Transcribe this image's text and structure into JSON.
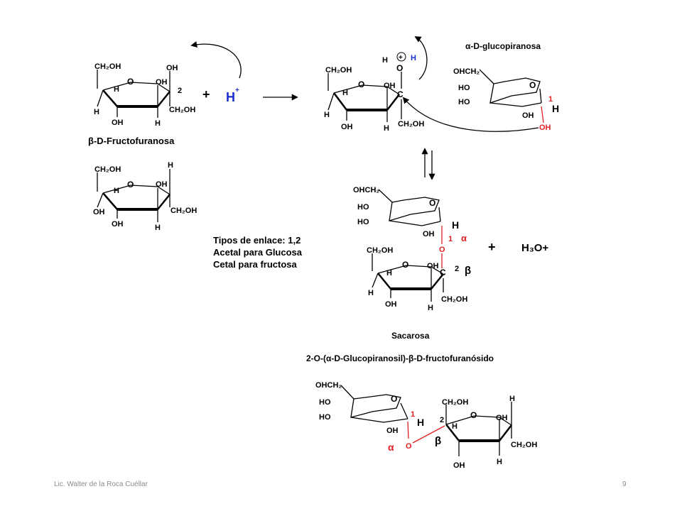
{
  "slide": {
    "footer_author": "Lic. Walter de la Roca Cuéllar",
    "page_number": "9"
  },
  "reaction": {
    "fructose_name": "-D-Fructofuranosa",
    "fructose_name_prefix": "β",
    "plus_sign": "+",
    "proton": "H",
    "proton_charge": "+",
    "glucose_name_prefix": "α",
    "glucose_name": "-D-glucopiranosa",
    "water_product": "H₃O+",
    "plus_sign_2": "+"
  },
  "bond_info": {
    "line1": "Tipos de enlace: 1,2",
    "line2": "Acetal para Glucosa",
    "line3": "Cetal para fructosa"
  },
  "product": {
    "name": "Sacarosa",
    "systematic_name": "2-O-(α-D-Glucopiranosil)-β-D-fructofuranósido",
    "alpha_label": "α",
    "beta_label": "β",
    "carbon_1": "1",
    "carbon_2": "2"
  },
  "labels": {
    "ch2oh": "CH₂OH",
    "ohch2": "OHCH₂",
    "oh": "OH",
    "h": "H",
    "ho": "HO",
    "o": "O",
    "c": "C",
    "num2": "2",
    "num1": "1"
  },
  "colors": {
    "red": "#e02020",
    "blue": "#1a2fd0",
    "black": "#000000",
    "footer_gray": "#8c8c8c"
  }
}
